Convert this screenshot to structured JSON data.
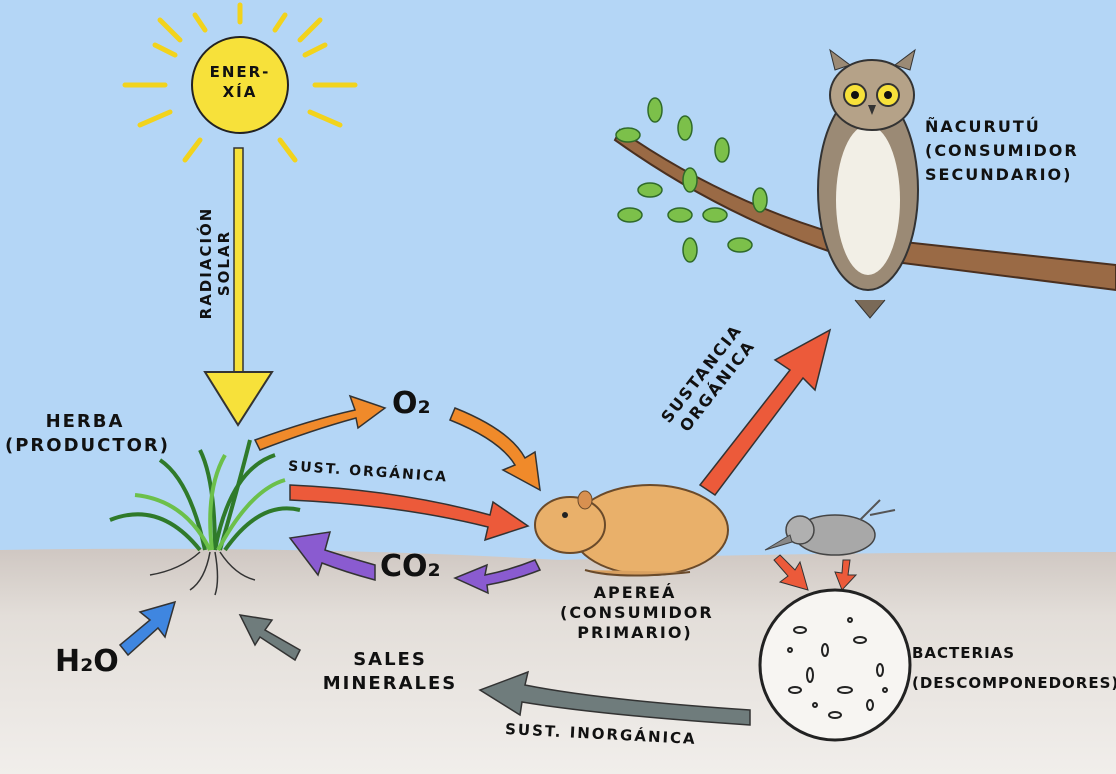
{
  "sun": {
    "label_line1": "ENER-",
    "label_line2": "XÍA"
  },
  "radiation": {
    "line1": "RADIACIÓN",
    "line2": "SOLAR"
  },
  "producer": {
    "name": "HERBA",
    "role": "(PRODUCTOR)"
  },
  "oxygen": "O₂",
  "organic_to_consumer": "SUST. ORGÁNICA",
  "carbon_dioxide": "CO₂",
  "water": "H₂O",
  "minerals": {
    "line1": "SALES",
    "line2": "MINERALES"
  },
  "inorganic": "SUST. INORGÁNICA",
  "primary_consumer": {
    "name": "APEREÁ",
    "role_line1": "(CONSUMIDOR",
    "role_line2": "PRIMARIO)"
  },
  "organic_to_owl": {
    "line1": "SUSTANCIA",
    "line2": "ORGÁNICA"
  },
  "secondary_consumer": {
    "name": "ÑACURUTÚ",
    "role_line1": "(CONSUMIDOR",
    "role_line2": "SECUNDARIO)"
  },
  "decomposers": {
    "name": "BACTERIAS",
    "role": "(DESCOMPONEDORES)"
  },
  "colors": {
    "sky": "#b4d6f6",
    "ground": "#d9d3ce",
    "sun": "#f7e13a",
    "orange": "#f08a2a",
    "red": "#ec5a3a",
    "purple": "#8a5bd0",
    "blue": "#3f86e0",
    "grey": "#6f7c7c"
  }
}
